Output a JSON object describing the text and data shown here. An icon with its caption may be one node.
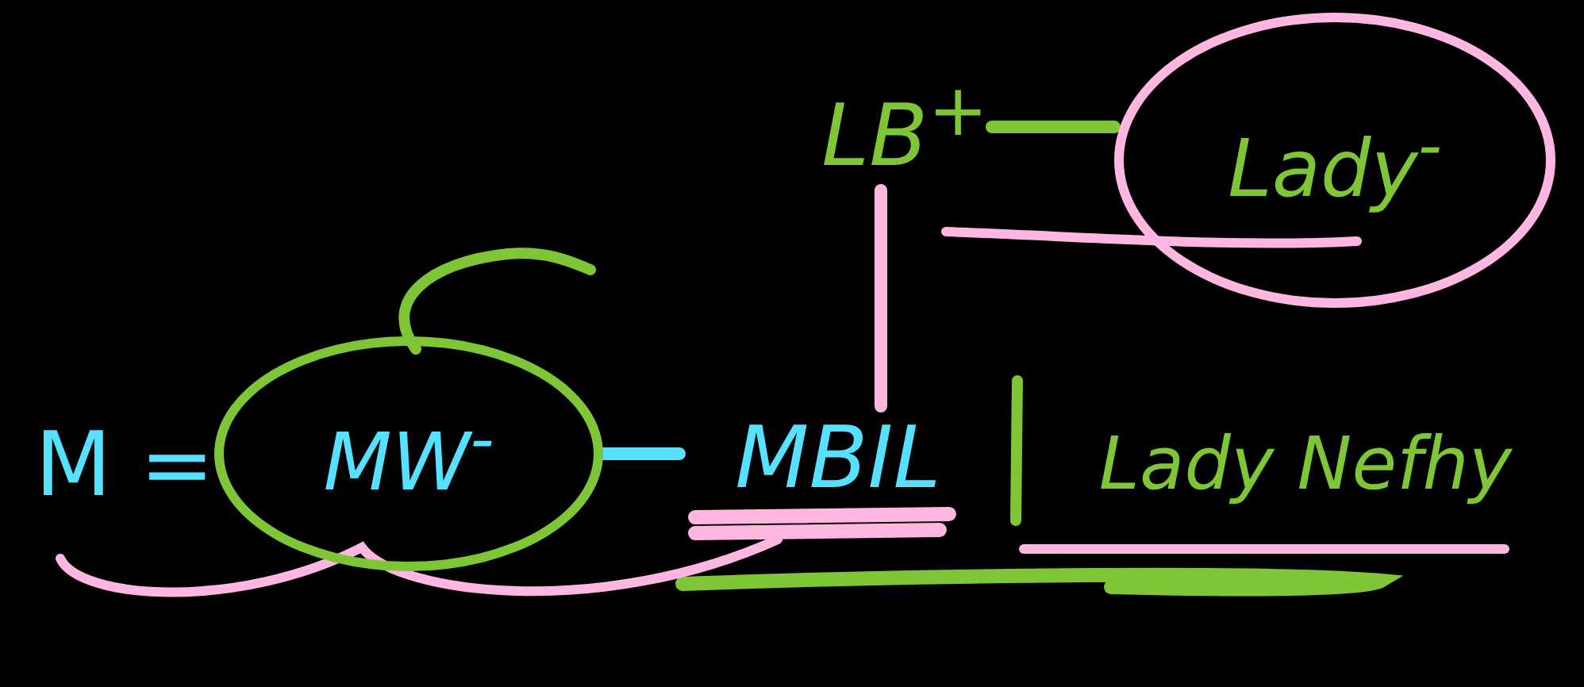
{
  "diagram": {
    "nodes": [
      {
        "text": [
          "MW$^{-}$"
        ]
      },
      {
        "text": [
          "MBIL"
        ]
      },
      {
        "text": [
          "LB$^{+}$"
        ]
      },
      {
        "text": [
          "Lady$^{-}$"
        ]
      },
      {
        "text": [
          "Lady Nefhy"
        ]
      }
    ],
    "edges": [
      {
        "from": 0,
        "to": 1,
        "arrow": "none",
        "color": "#55e1ff"
      },
      {
        "from": 1,
        "to": 2,
        "arrow": "none",
        "color": "#ffb6e1"
      },
      {
        "from": 2,
        "to": 3,
        "arrow": "none",
        "color": "#7ec636"
      }
    ],
    "labels": [
      "M ="
    ]
  }
}
